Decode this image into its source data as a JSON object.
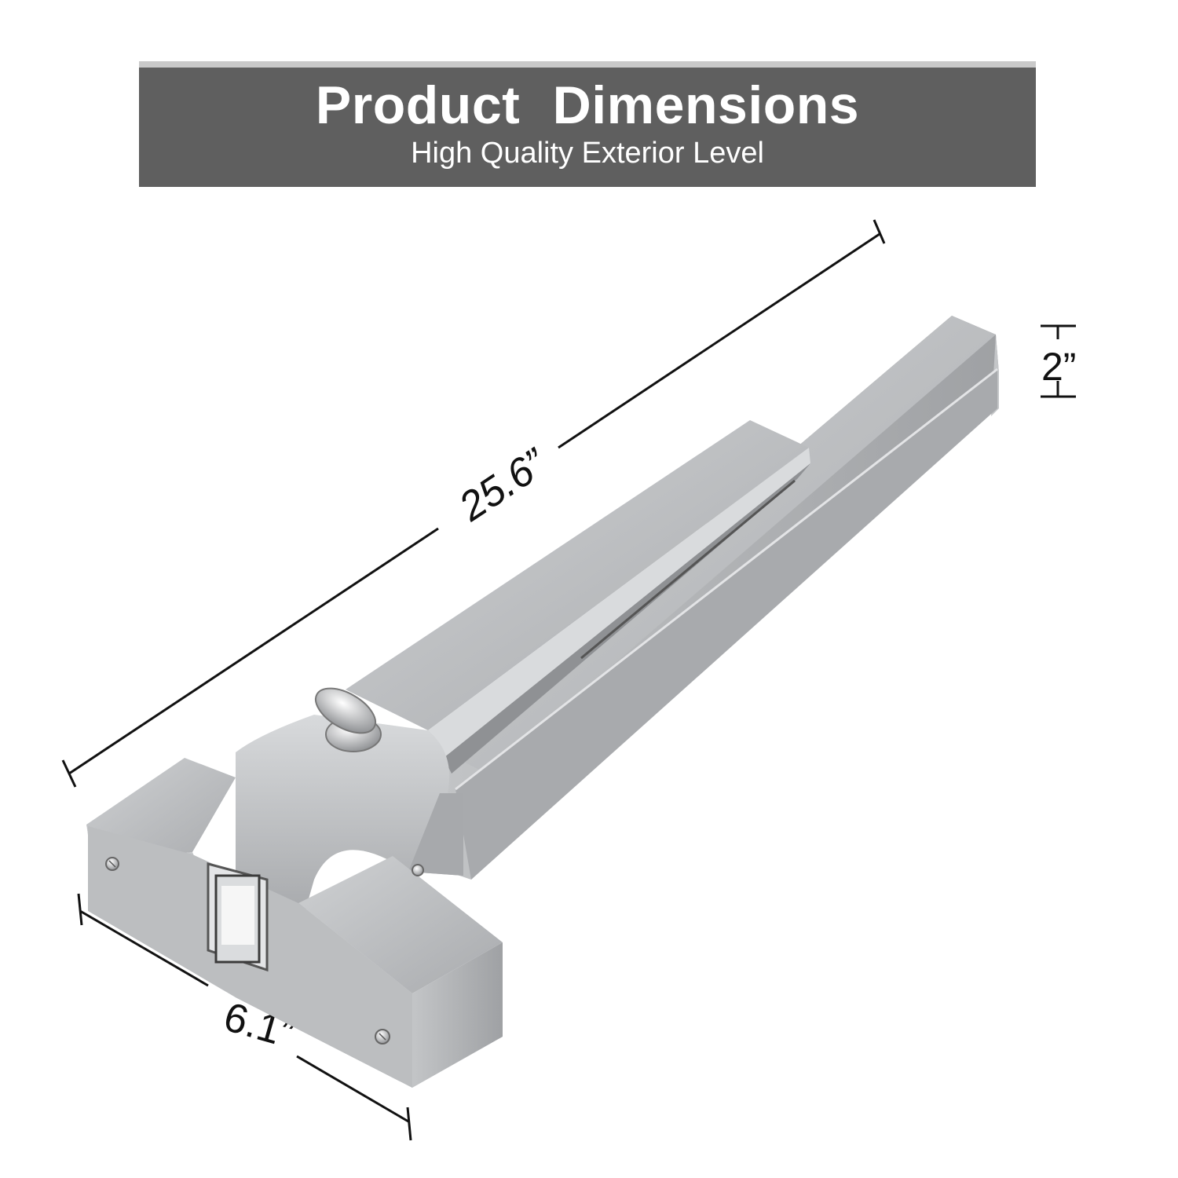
{
  "banner": {
    "title": "Product  Dimensions",
    "subtitle": "High Quality Exterior Level"
  },
  "dimensions": {
    "length": "25.6”",
    "height": "2”",
    "base_width": "6.1”"
  },
  "colors": {
    "banner_bg": "#5f5f5f",
    "banner_text": "#ffffff",
    "metal": "#b9bbbd",
    "line": "#111111"
  },
  "icons": [
    "exit-push-bar-device-image",
    "thumbscrew-icon",
    "latch-icon",
    "screw-icon"
  ]
}
